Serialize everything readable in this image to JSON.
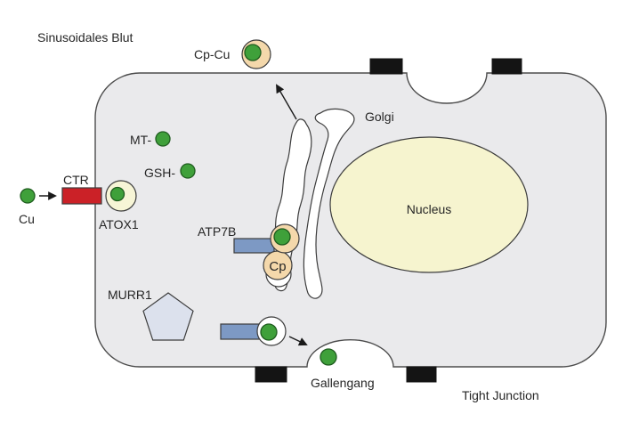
{
  "figure": {
    "description_labels": {
      "sinusoidal_blood": "Sinusoidales Blut",
      "golgi": "Golgi",
      "nucleus": "Nucleus",
      "gallengang": "Gallengang",
      "tight_junction": "Tight Junction"
    },
    "molecule_labels": {
      "cu": "Cu",
      "ctr": "CTR",
      "atox1": "ATOX1",
      "mt": "MT-",
      "gsh": "GSH-",
      "atp7b": "ATP7B",
      "cp": "Cp",
      "cp_cu": "Cp-Cu",
      "murr1": "MURR1"
    },
    "colors": {
      "cell_fill": "#eaeaec",
      "organelle_white": "#ffffff",
      "nucleus_fill": "#f6f4cf",
      "atox1_fill": "#f7f5d6",
      "vesicle_tan": "#f4d8ab",
      "copper_green": "#3fa03a",
      "ctr_red": "#cb2127",
      "transporter_blue": "#7d99c4",
      "murr1_fill": "#dce1ed",
      "junction_black": "#141414"
    }
  }
}
